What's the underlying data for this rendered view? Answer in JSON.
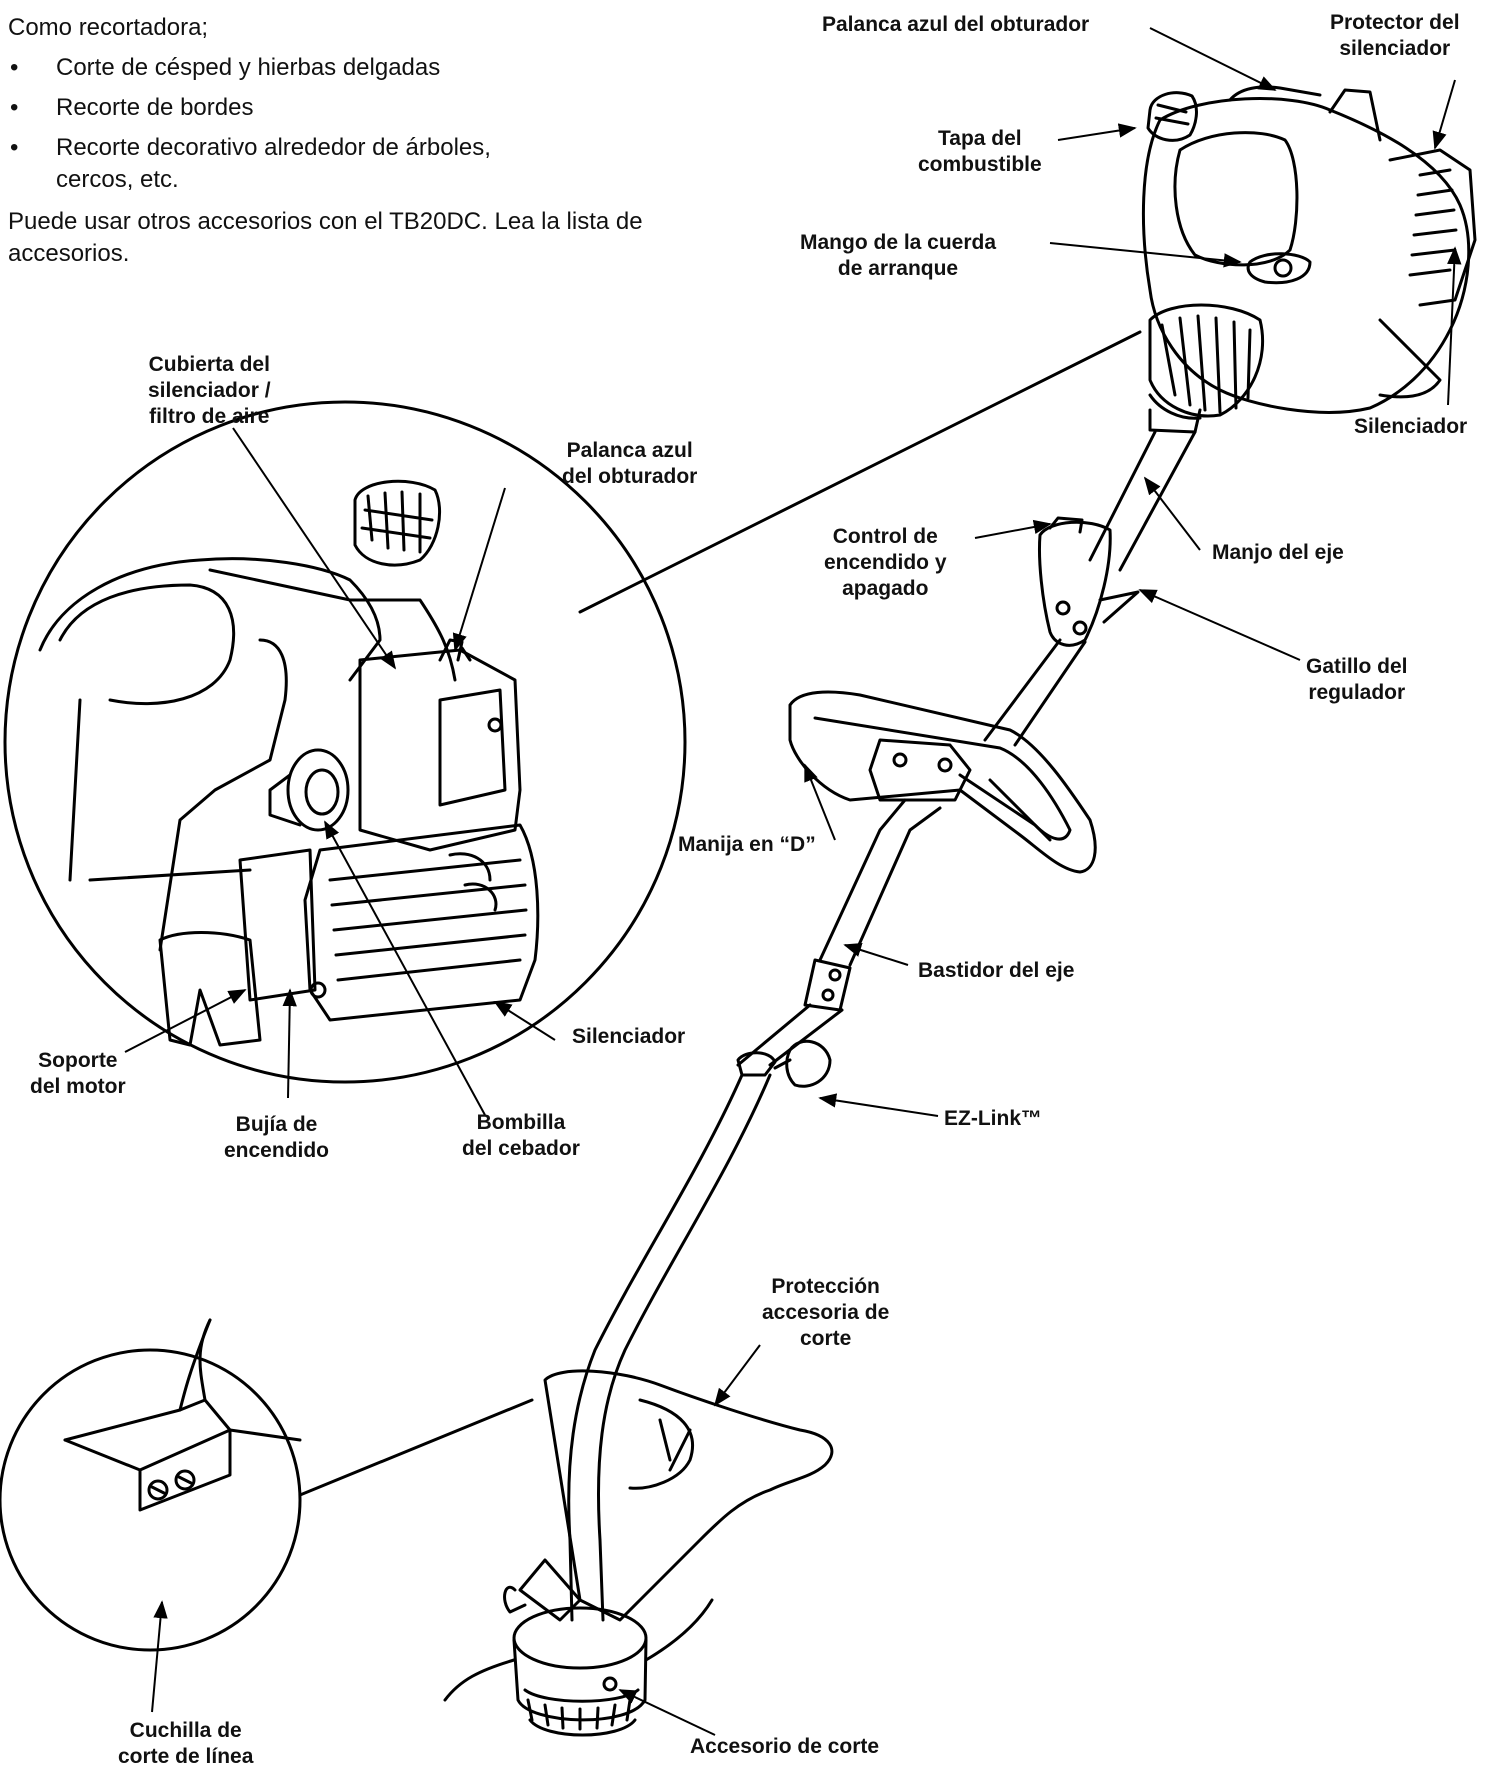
{
  "intro": {
    "lead": "Como recortadora;",
    "bullets": [
      "Corte de césped y hierbas delgadas",
      "Recorte de bordes",
      "Recorte decorativo alrededor de árboles,\n cercos, etc."
    ],
    "note": "Puede usar otros accesorios con el TB20DC. Lea la lista de accesorios."
  },
  "labels": {
    "palanca_top": "Palanca azul del obturador",
    "protector_silenciador": "Protector del\nsilenciador",
    "tapa_combustible": "Tapa del\ncombustible",
    "mango_cuerda": "Mango de la cuerda\nde arranque",
    "cubierta_silenciador": "Cubierta del\nsilenciador /\nfiltro de aire",
    "palanca_inset": "Palanca azul\ndel obturador",
    "silenciador_right": "Silenciador",
    "control_encendido": "Control de\nencendido y\napagado",
    "manjo_eje": "Manjo del eje",
    "gatillo_regulador": "Gatillo del\nregulador",
    "manija_d": "Manija en “D”",
    "bastidor_eje": "Bastidor del eje",
    "silenciador_inset": "Silenciador",
    "soporte_motor": "Soporte\ndel motor",
    "bujia": "Bujía de\nencendido",
    "bombilla": "Bombilla\ndel cebador",
    "ezlink": "EZ-Link™",
    "proteccion": "Protección\naccesoria de\ncorte",
    "cuchilla": "Cuchilla de\ncorte de línea",
    "accesorio": "Accesorio de corte"
  }
}
